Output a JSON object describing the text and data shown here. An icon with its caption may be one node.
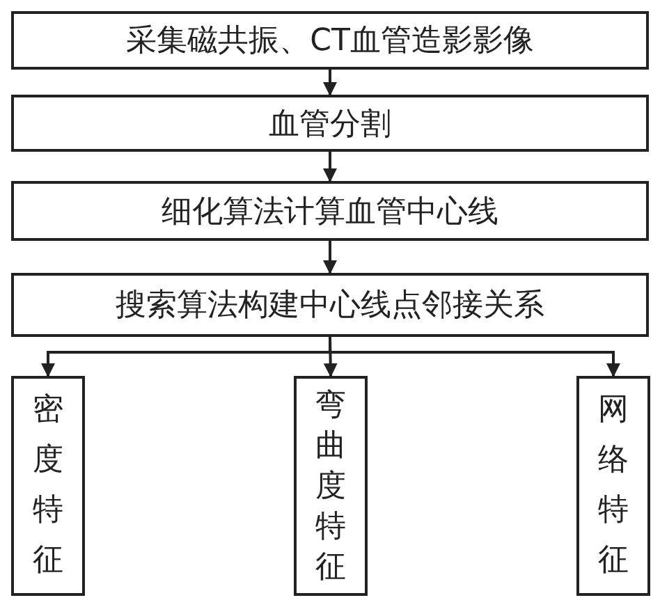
{
  "diagram": {
    "nodes": [
      {
        "text": [
          "采集磁共振、CT血管造影影像"
        ]
      },
      {
        "text": [
          "血管分割"
        ]
      },
      {
        "text": [
          "细化算法计算血管中心线"
        ]
      },
      {
        "text": [
          "搜索算法构建中心线点邻接关系"
        ]
      },
      {
        "text": [
          "密度特征"
        ]
      },
      {
        "text": [
          "弯曲度特征"
        ]
      },
      {
        "text": [
          "网络特征"
        ]
      }
    ],
    "edges": [
      {
        "from": 0,
        "to": 1,
        "arrow": "to"
      },
      {
        "from": 1,
        "to": 2,
        "arrow": "to"
      },
      {
        "from": 2,
        "to": 3,
        "arrow": "to"
      },
      {
        "from": 3,
        "to": 4,
        "arrow": "to"
      },
      {
        "from": 3,
        "to": 5,
        "arrow": "to"
      },
      {
        "from": 3,
        "to": 6,
        "arrow": "to"
      }
    ]
  }
}
